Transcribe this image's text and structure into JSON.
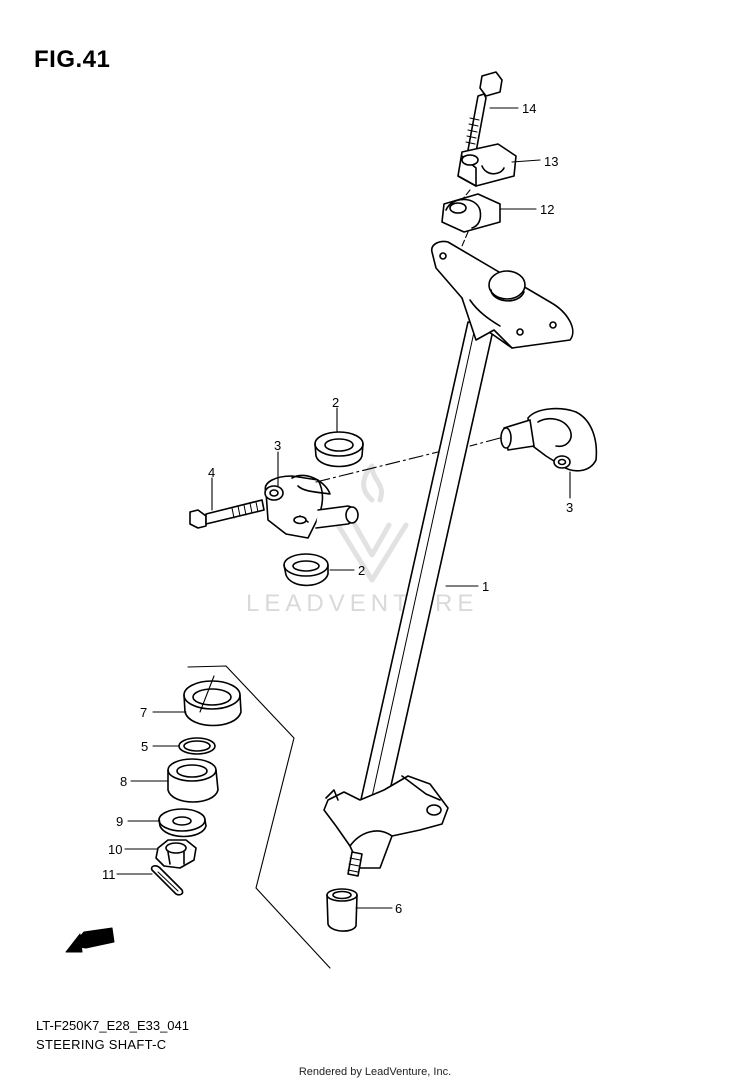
{
  "figure": {
    "title": "FIG.41",
    "model_code": "LT-F250K7_E28_E33_041",
    "section_name": "STEERING SHAFT-C"
  },
  "watermark": {
    "text": "LEADVENTURE"
  },
  "direction_badge": {
    "text": "FWD"
  },
  "callouts": [
    {
      "number": "1"
    },
    {
      "number": "2"
    },
    {
      "number": "2"
    },
    {
      "number": "3"
    },
    {
      "number": "3"
    },
    {
      "number": "4"
    },
    {
      "number": "5"
    },
    {
      "number": "6"
    },
    {
      "number": "7"
    },
    {
      "number": "8"
    },
    {
      "number": "9"
    },
    {
      "number": "10"
    },
    {
      "number": "11"
    },
    {
      "number": "12"
    },
    {
      "number": "13"
    },
    {
      "number": "14"
    }
  ],
  "footer": {
    "credit": "Rendered by LeadVenture, Inc."
  }
}
